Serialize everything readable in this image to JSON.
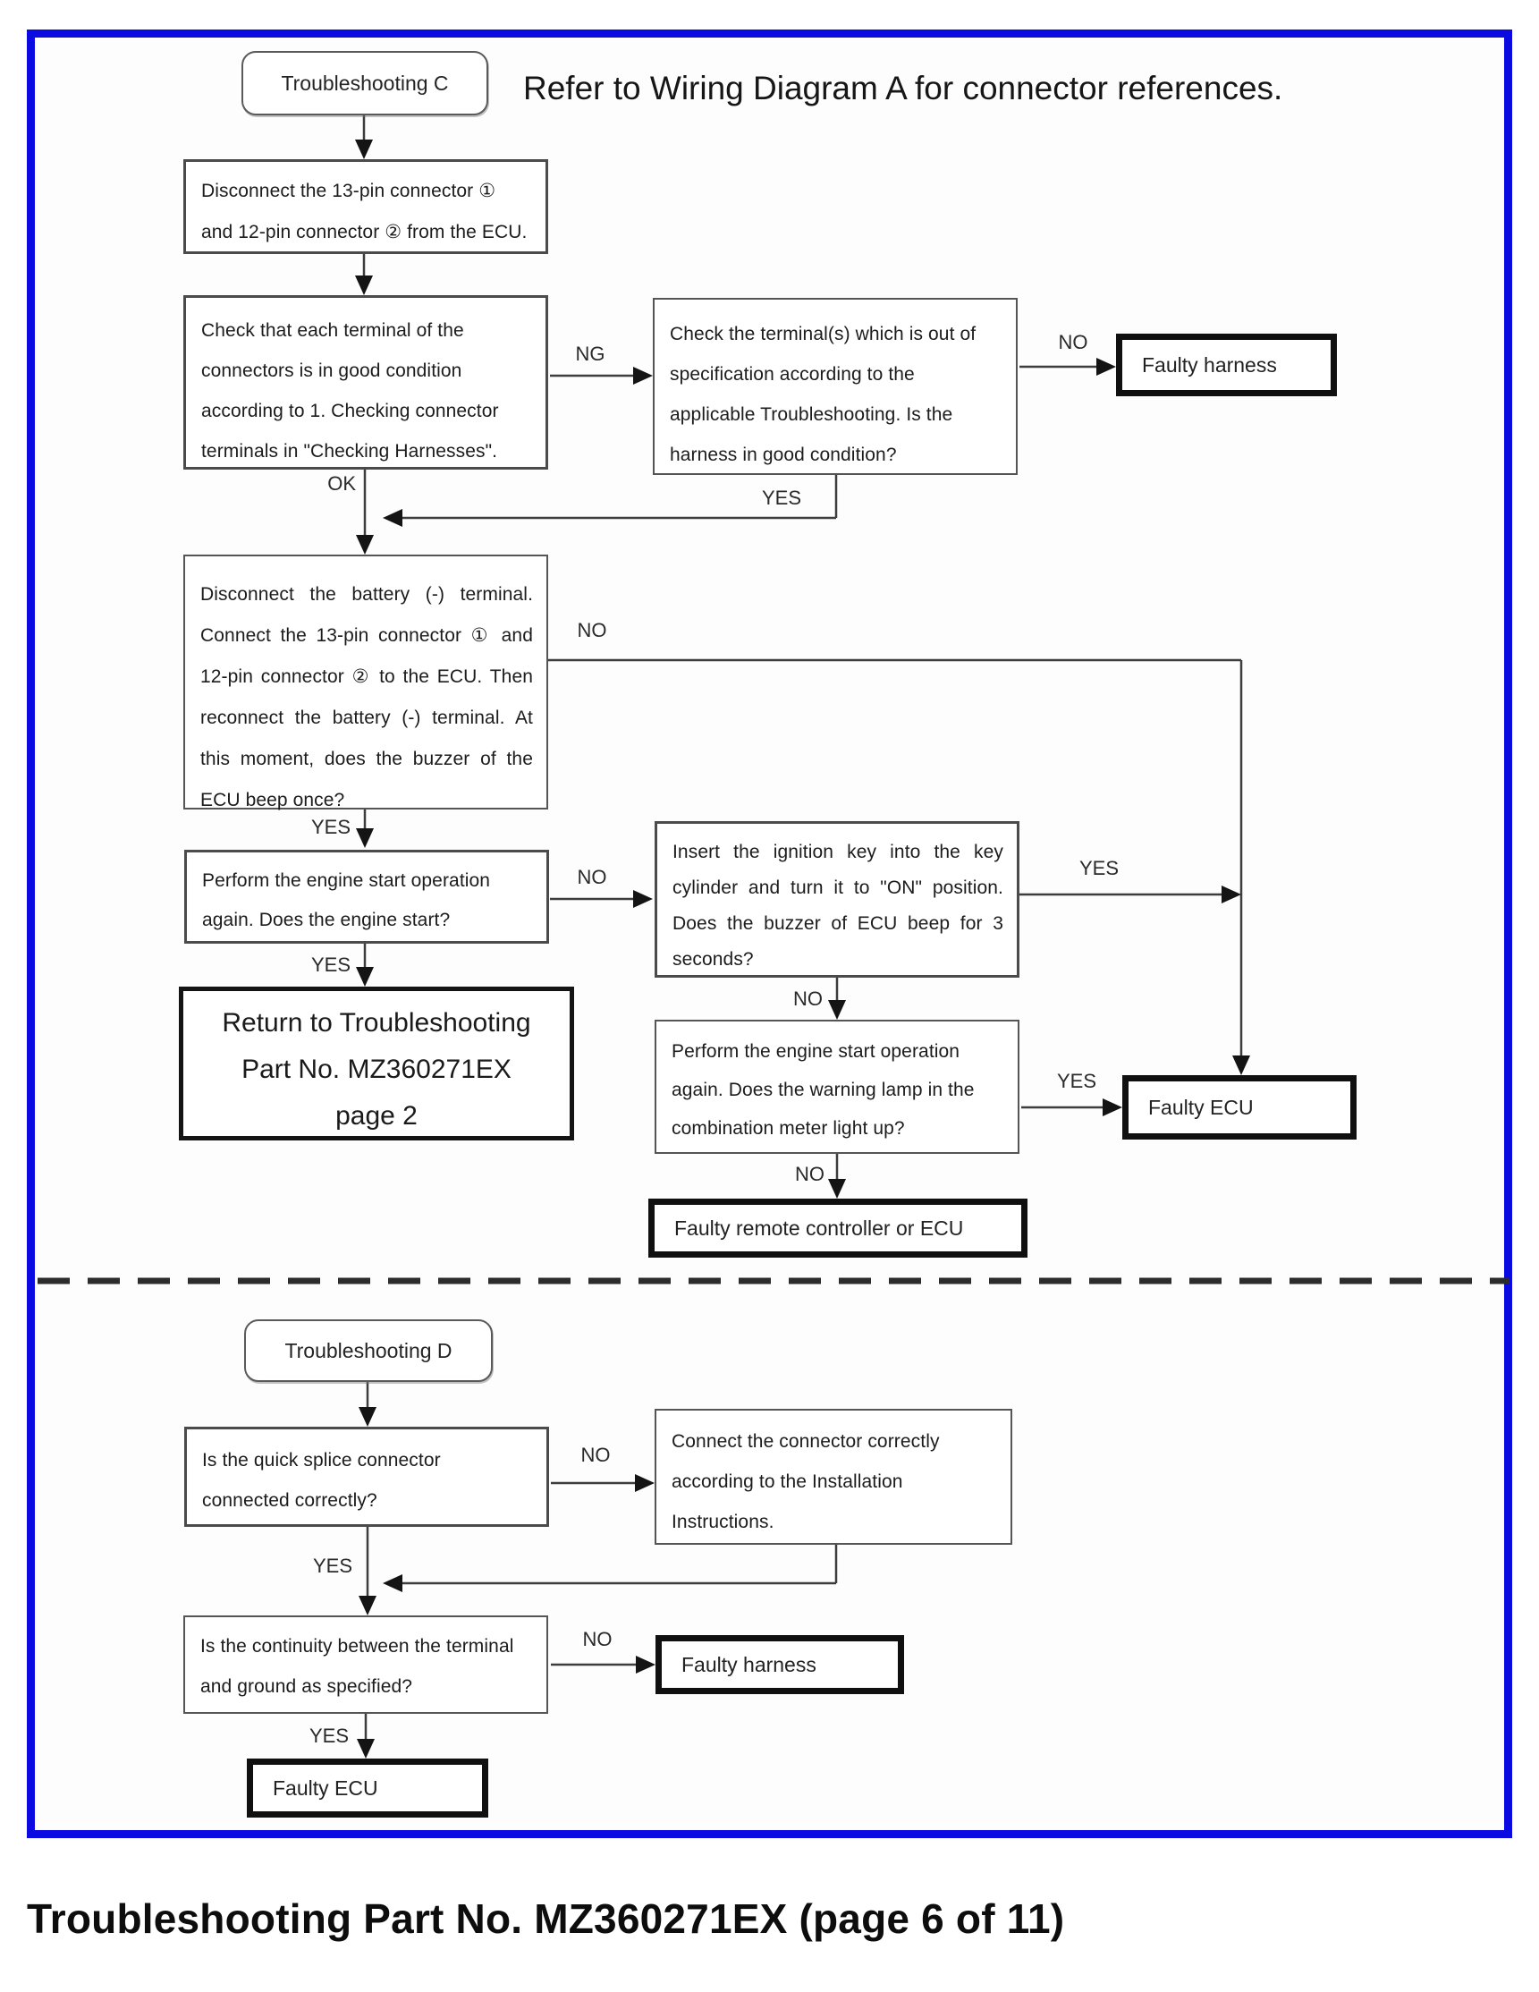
{
  "header": {
    "start_c": "Troubleshooting C",
    "note": "Refer to Wiring Diagram A for connector references."
  },
  "flow_c": {
    "disconnect_connectors": "Disconnect the 13-pin connector ① and 12-pin connector ② from the ECU.",
    "check_terminals": "Check that each terminal of the connectors is in good condition according to 1. Checking connector terminals in \"Checking Harnesses\".",
    "check_out_of_spec": "Check the terminal(s) which is out of specification according to the applicable Troubleshooting. Is the harness in good condition?",
    "faulty_harness": "Faulty harness",
    "reconnect_battery": "Disconnect the battery (-) terminal. Connect the 13-pin connector ① and 12-pin connector ② to the ECU. Then reconnect the battery (-) terminal. At this moment, does the buzzer of the ECU beep once?",
    "engine_start": "Perform the engine start operation again. Does the engine start?",
    "ignition_key": "Insert the ignition key into the key cylinder and turn it to \"ON\" position. Does the buzzer of ECU beep for 3 seconds?",
    "return_lines": [
      "Return to Troubleshooting",
      "Part No. MZ360271EX",
      "page 2"
    ],
    "warning_lamp": "Perform the engine start operation again. Does the warning lamp in the combination meter light up?",
    "faulty_ecu": "Faulty ECU",
    "faulty_remote": "Faulty remote controller or ECU",
    "labels": {
      "ng": "NG",
      "no_spec": "NO",
      "yes_spec": "YES",
      "ok": "OK",
      "no_buzzer": "NO",
      "yes_buzzer": "YES",
      "no_engine": "NO",
      "yes_engine": "YES",
      "yes_ignition": "YES",
      "no_ignition": "NO",
      "yes_lamp": "YES",
      "no_lamp": "NO"
    }
  },
  "flow_d": {
    "start_d": "Troubleshooting D",
    "quick_splice": "Is the quick splice connector connected correctly?",
    "connect_correctly": "Connect the connector correctly according to the Installation Instructions.",
    "continuity": "Is the continuity between the terminal and ground as specified?",
    "faulty_harness": "Faulty harness",
    "faulty_ecu": "Faulty ECU",
    "labels": {
      "no_splice": "NO",
      "yes_splice": "YES",
      "no_continuity": "NO",
      "yes_continuity": "YES"
    }
  },
  "footer": {
    "caption": "Troubleshooting Part No. MZ360271EX (page 6 of 11)"
  }
}
